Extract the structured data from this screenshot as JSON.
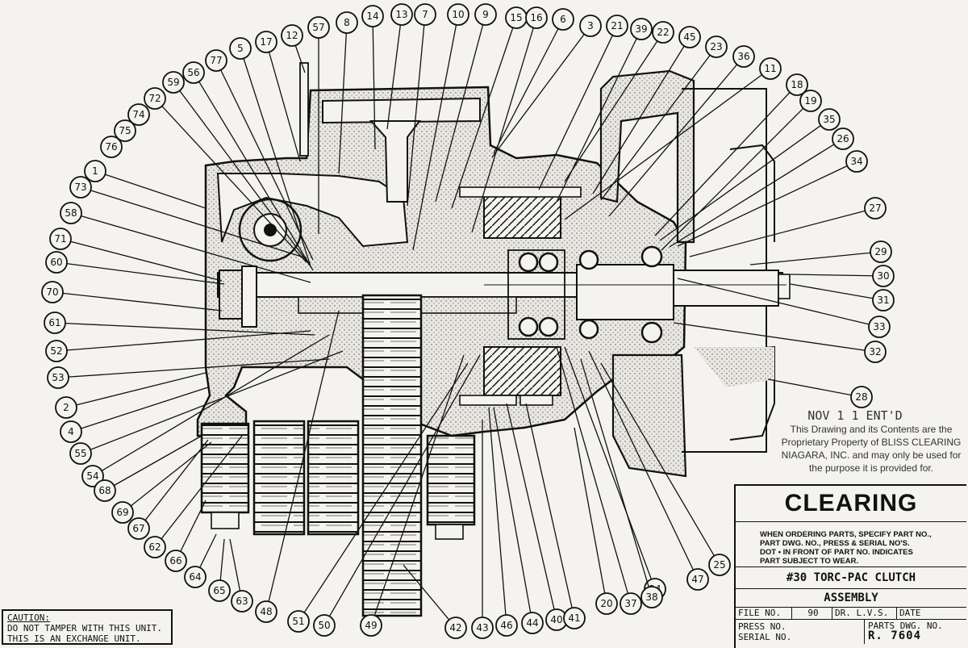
{
  "drawing": {
    "callouts": [
      "1",
      "2",
      "3",
      "4",
      "5",
      "6",
      "7",
      "8",
      "9",
      "10",
      "11",
      "12",
      "13",
      "14",
      "15",
      "16",
      "17",
      "18",
      "19",
      "20",
      "21",
      "22",
      "23",
      "24",
      "25",
      "26",
      "27",
      "28",
      "29",
      "30",
      "31",
      "32",
      "33",
      "34",
      "35",
      "36",
      "37",
      "38",
      "39",
      "40",
      "41",
      "42",
      "43",
      "44",
      "45",
      "46",
      "47",
      "48",
      "49",
      "50",
      "51",
      "52",
      "53",
      "54",
      "55",
      "56",
      "57",
      "58",
      "59",
      "60",
      "61",
      "62",
      "63",
      "64",
      "65",
      "66",
      "67",
      "68",
      "69",
      "70",
      "71",
      "72",
      "73",
      "74",
      "75",
      "76",
      "77"
    ]
  },
  "caution": {
    "title": "CAUTION:",
    "line1": "DO NOT TAMPER WITH THIS UNIT.",
    "line2": "THIS IS AN EXCHANGE UNIT."
  },
  "stamp": {
    "date": "NOV 1 1 ENT'D",
    "line1": "This Drawing and its Contents are the",
    "line2": "Proprietary Property of BLISS CLEARING",
    "line3": "NIAGARA, INC. and may only be used for",
    "line4": "the purpose it is provided for."
  },
  "title_block": {
    "brand": "CLEARING",
    "note_line1": "WHEN ORDERING PARTS, SPECIFY PART NO.,",
    "note_line2": "PART DWG. NO., PRESS & SERIAL NO'S.",
    "note_line3": "DOT • IN FRONT OF PART NO. INDICATES",
    "note_line4": "PART SUBJECT TO WEAR.",
    "title_line1": "#30 TORC-PAC CLUTCH",
    "title_line2": "ASSEMBLY",
    "file_no_label": "FILE NO.",
    "file_no": "90",
    "dr_label": "DR. L.V.S.",
    "date_label": "DATE",
    "press_no_label": "PRESS NO.",
    "serial_no_label": "SERIAL NO.",
    "parts_dwg_label": "PARTS DWG. NO.",
    "parts_dwg_no": "R. 7604"
  }
}
